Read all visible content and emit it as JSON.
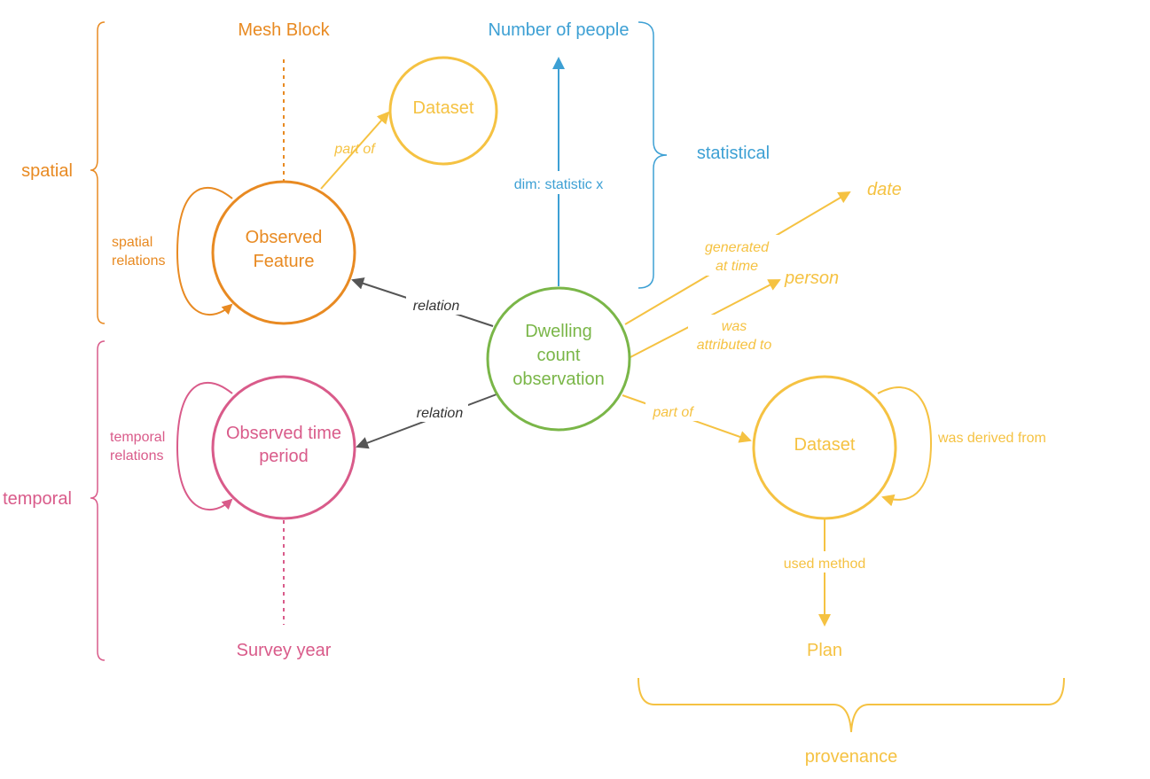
{
  "colors": {
    "spatial": "#E88A22",
    "temporal": "#D95B8A",
    "statistical": "#3DA0D4",
    "provenance": "#F5C242",
    "observation": "#7AB648",
    "relation": "#555555"
  },
  "nodes": {
    "observation": {
      "line1": "Dwelling",
      "line2": "count",
      "line3": "observation"
    },
    "feature": {
      "line1": "Observed",
      "line2": "Feature"
    },
    "time_period": {
      "line1": "Observed time",
      "line2": "period"
    },
    "dataset_spatial": "Dataset",
    "dataset_provenance": "Dataset"
  },
  "targets": {
    "mesh_block": "Mesh Block",
    "number_of_people": "Number of people",
    "survey_year": "Survey year",
    "date": "date",
    "person": "person",
    "plan": "Plan"
  },
  "edges": {
    "part_of_spatial": "part of",
    "spatial_relations": {
      "line1": "spatial",
      "line2": "relations"
    },
    "temporal_relations": {
      "line1": "temporal",
      "line2": "relations"
    },
    "relation_feature": "relation",
    "relation_time": "relation",
    "dim_statistic": "dim: statistic x",
    "generated_at_time": {
      "line1": "generated",
      "line2": "at time"
    },
    "was_attributed_to": {
      "line1": "was",
      "line2": "attributed to"
    },
    "part_of_provenance": "part of",
    "was_derived_from": "was derived from",
    "used_method": "used method"
  },
  "groups": {
    "spatial": "spatial",
    "temporal": "temporal",
    "statistical": "statistical",
    "provenance": "provenance"
  }
}
